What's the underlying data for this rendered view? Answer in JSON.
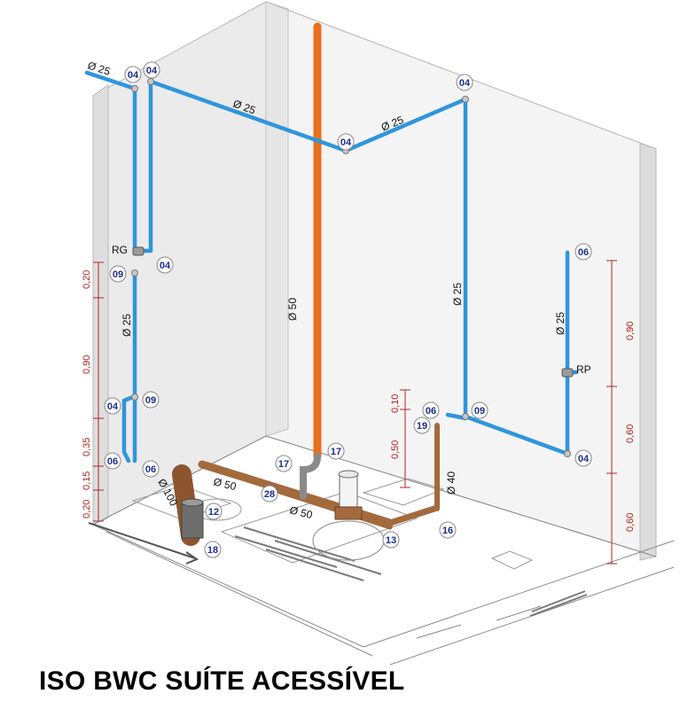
{
  "title": "ISO BWC SUÍTE ACESSÍVEL",
  "colors": {
    "water_pipe": "#2f95dc",
    "vent_pipe": "#e8701e",
    "sewer_pipe": "#a36a3c",
    "dimension": "#b1271e",
    "tag_text": "#1c2d8f",
    "wall": "#ececec"
  },
  "pipe_labels": {
    "blue_top_left": "Ø 25",
    "blue_top_mid": "Ø 25",
    "blue_top_right": "Ø 25",
    "blue_left_vertical": "Ø 25",
    "blue_right_vertical": "Ø 25",
    "blue_far_right": "Ø 25",
    "vent_vertical": "Ø 50",
    "sewer_main": "Ø 50",
    "sewer_branch": "Ø 50",
    "sewer_large": "Ø 100",
    "sewer_riser": "Ø 40"
  },
  "fixture_labels": {
    "rg": "RG",
    "rp": "RP"
  },
  "tags": [
    "04",
    "04",
    "04",
    "04",
    "04",
    "04",
    "04",
    "04",
    "09",
    "09",
    "09",
    "06",
    "06",
    "06",
    "06",
    "19",
    "17",
    "17",
    "28",
    "12",
    "13",
    "16",
    "18"
  ],
  "left_dimensions": [
    "0,20",
    "0,90",
    "0,35",
    "0,15",
    "0,20"
  ],
  "mid_dimensions": [
    "0,10",
    "0,50"
  ],
  "right_dimensions": [
    "0,90",
    "0,60",
    "0,60"
  ]
}
